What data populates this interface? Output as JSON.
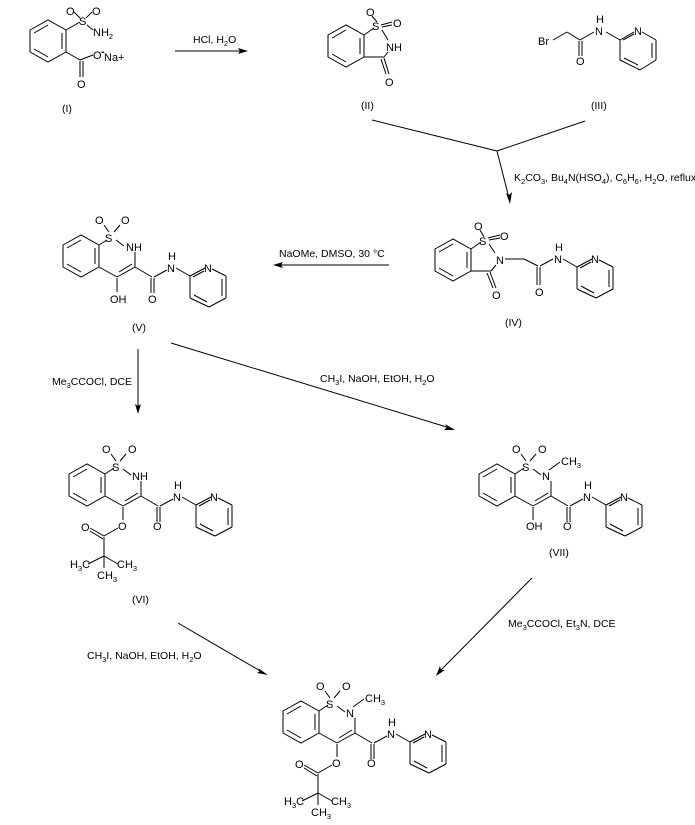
{
  "scheme": {
    "compounds": [
      {
        "id": "I",
        "label": "(I)",
        "counterion": "Na+",
        "charge": "-",
        "atoms": [
          "O",
          "S",
          "O",
          "NH2",
          "O",
          "O"
        ]
      },
      {
        "id": "II",
        "label": "(II)",
        "atoms": [
          "O",
          "S",
          "O",
          "NH",
          "O"
        ]
      },
      {
        "id": "III",
        "label": "(III)",
        "atoms": [
          "Br",
          "H",
          "N",
          "O",
          "N"
        ]
      },
      {
        "id": "IV",
        "label": "(IV)",
        "atoms": [
          "O",
          "S",
          "O",
          "N",
          "O",
          "H",
          "N",
          "O",
          "N"
        ]
      },
      {
        "id": "V",
        "label": "(V)",
        "atoms": [
          "O",
          "S",
          "O",
          "NH",
          "H",
          "N",
          "N",
          "OH",
          "O"
        ]
      },
      {
        "id": "VI",
        "label": "(VI)",
        "atoms": [
          "O",
          "S",
          "O",
          "NH",
          "H",
          "N",
          "N",
          "O",
          "O",
          "O",
          "H3C",
          "CH3",
          "CH3"
        ]
      },
      {
        "id": "VII",
        "label": "(VII)",
        "atoms": [
          "O",
          "S",
          "O",
          "N",
          "CH3",
          "H",
          "N",
          "N",
          "OH",
          "O"
        ]
      },
      {
        "id": "VIII",
        "label": "",
        "atoms": [
          "O",
          "S",
          "O",
          "N",
          "CH3",
          "H",
          "N",
          "N",
          "O",
          "O",
          "O",
          "H3C",
          "CH3",
          "CH3"
        ]
      }
    ],
    "reactions": [
      {
        "from": "I",
        "to": "II",
        "reagents": "HCl, H2O"
      },
      {
        "from": "II+III",
        "to": "IV",
        "reagents": "K2CO3, Bu4N(HSO4), C6H6, H2O, reflux"
      },
      {
        "from": "IV",
        "to": "V",
        "reagents": "NaOMe, DMSO, 30 °C"
      },
      {
        "from": "V",
        "to": "VI",
        "reagents": "Me3CCOCl, DCE"
      },
      {
        "from": "V",
        "to": "VII",
        "reagents": "CH3I, NaOH, EtOH, H2O"
      },
      {
        "from": "VI",
        "to": "VIII",
        "reagents": "CH3I, NaOH, EtOH, H2O"
      },
      {
        "from": "VII",
        "to": "VIII",
        "reagents": "Me3CCOCl, Et3N, DCE"
      }
    ]
  },
  "t": {
    "O": "O",
    "S": "S",
    "N": "N",
    "H": "H",
    "NH": "NH",
    "NH2": "NH",
    "Br": "Br",
    "OH": "OH",
    "CH": "CH",
    "HC": "H",
    "C": "C",
    "na": "Na+",
    "minus": "-",
    "s2": "2",
    "s3": "3",
    "s4": "4",
    "s6": "6",
    "lI": "(I)",
    "lII": "(II)",
    "lIII": "(III)",
    "lIV": "(IV)",
    "lV": "(V)",
    "lVI": "(VI)",
    "lVII": "(VII)",
    "r1a": "HCl, H",
    "r1b": "O",
    "r2a": "K",
    "r2b": "CO",
    "r2c": ", Bu",
    "r2d": "N(HSO",
    "r2e": "), C",
    "r2f": "H",
    "r2g": ", H",
    "r2h": "O, reflux",
    "r3": "NaOMe, DMSO, 30 °C",
    "r4a": "Me",
    "r4b": "CCOCl, DCE",
    "r5a": "CH",
    "r5b": "I, NaOH, EtOH, H",
    "r5c": "O",
    "r7a": "Me",
    "r7b": "CCOCl, Et",
    "r7c": "N, DCE"
  }
}
